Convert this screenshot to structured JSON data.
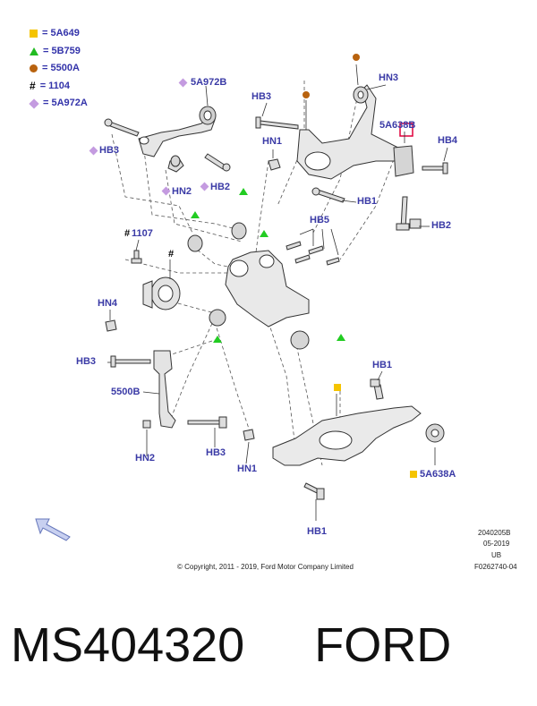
{
  "legend": [
    {
      "symbol": "square",
      "color": "#f5c400",
      "text": "= 5A649"
    },
    {
      "symbol": "triangle",
      "color": "#22bb22",
      "text": "= 5B759"
    },
    {
      "symbol": "circle",
      "color": "#b8620e",
      "text": "= 5500A"
    },
    {
      "symbol": "hash",
      "color": "#000000",
      "text": "= 1104"
    },
    {
      "symbol": "diamond",
      "color": "#c49be0",
      "text": "= 5A972A"
    }
  ],
  "callouts": {
    "hn3": "HN3",
    "hb3_top": "HB3",
    "p5a972b": "5A972B",
    "hb3_left": "HB3",
    "hn2_top": "HN2",
    "hb2_top": "HB2",
    "hn1_top": "HN1",
    "p5a638b": "5A638B",
    "hb4": "HB4",
    "hb1_mid": "HB1",
    "hb2_right": "HB2",
    "hb5": "HB5",
    "p1107": "1107",
    "hn4": "HN4",
    "hb3_lower": "HB3",
    "hb1_lower": "HB1",
    "p5500b": "5500B",
    "hn2_bottom": "HN2",
    "hb3_bottom": "HB3",
    "hn1_bottom": "HN1",
    "p5a638a": "5A638A",
    "hb1_bottom": "HB1",
    "hash_mark": "#",
    "hash_1107": "#"
  },
  "footer": {
    "copyright": "© Copyright, 2011 - 2019, Ford Motor Company Limited",
    "code1": "2040205B",
    "code2": "05-2019",
    "code3": "UB",
    "code4": "F0262740-04"
  },
  "caption": {
    "part_number": "MS404320",
    "brand": "FORD"
  }
}
